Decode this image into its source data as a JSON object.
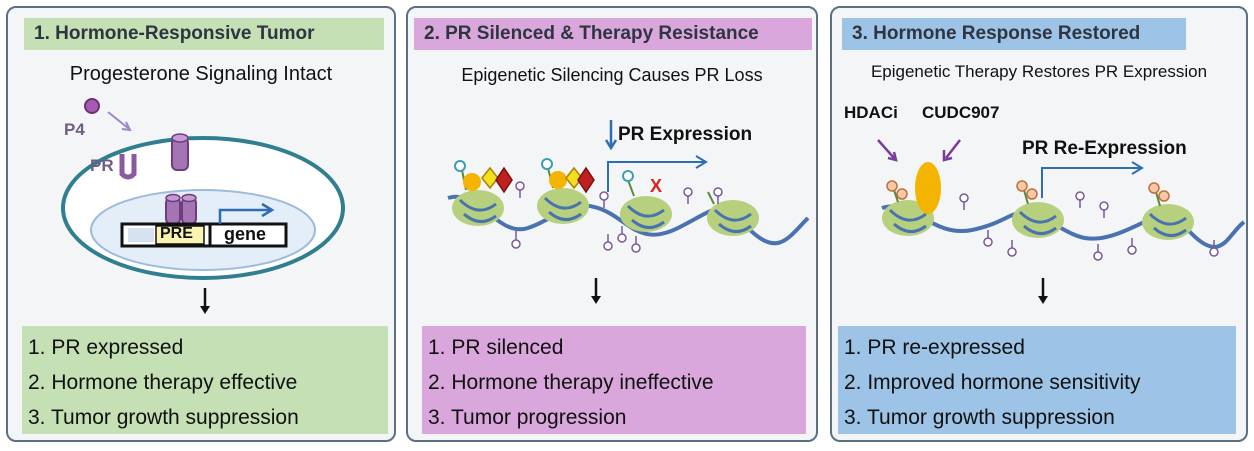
{
  "panel1": {
    "title": "1.  Hormone-Responsive Tumor",
    "subtitle": "Progesterone Signaling Intact",
    "p4_label": "P4",
    "pr_label": "PR",
    "pre_label": "PRE",
    "gene_label": "gene",
    "results": [
      "1. PR expressed",
      "2. Hormone therapy effective",
      "3. Tumor growth suppression"
    ]
  },
  "panel2": {
    "title": "2. PR Silenced & Therapy Resistance",
    "subtitle": "Epigenetic Silencing Causes PR Loss",
    "expression_label": "PR Expression",
    "x_mark": "X",
    "results": [
      "1. PR silenced",
      "2. Hormone therapy ineffective",
      "3. Tumor progression"
    ]
  },
  "panel3": {
    "title": "3. Hormone Response Restored",
    "subtitle": "Epigenetic Therapy Restores PR Expression",
    "hdaci_label": "HDACi",
    "cudc_label": "CUDC907",
    "reexpression_label": "PR Re-Expression",
    "results": [
      "1. PR re-expressed",
      "2. Improved hormone sensitivity",
      "3. Tumor growth suppression"
    ]
  },
  "colors": {
    "green": "#c5e0b4",
    "purple": "#d9a7dc",
    "blue": "#9dc3e6",
    "receptor": "#8b5a9e",
    "arrow": "#4472c4",
    "nucleosome": "#b7d07e",
    "dna": "#4a72b0"
  }
}
